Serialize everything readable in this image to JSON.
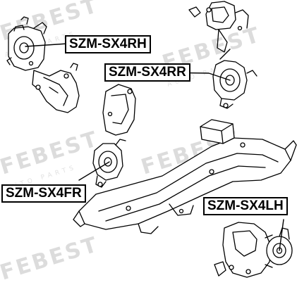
{
  "watermark": {
    "brand": "FEBEST",
    "sub": "AUTO PARTS"
  },
  "labels": {
    "rh": "SZM-SX4RH",
    "rr": "SZM-SX4RR",
    "fr": "SZM-SX4FR",
    "lh": "SZM-SX4LH"
  },
  "colors": {
    "line": "#000000",
    "watermark": "#dcdcdc",
    "background": "#ffffff"
  }
}
